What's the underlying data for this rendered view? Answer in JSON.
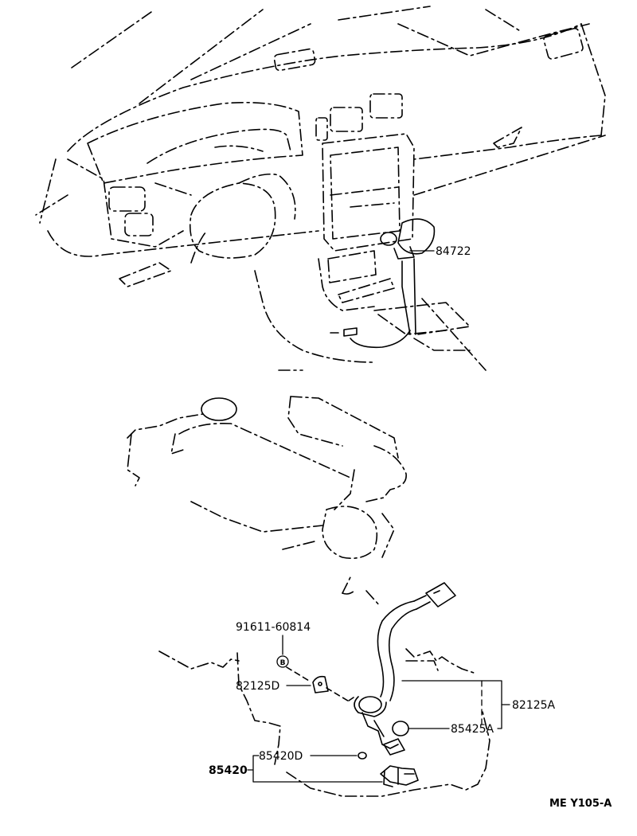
{
  "parts": {
    "p84722": "84722",
    "p91611": "91611-60814",
    "bolt_marker": "B",
    "p82125D": "82125D",
    "p82125A": "82125A",
    "p85425A": "85425A",
    "p85420D": "85420D",
    "p85420": "85420"
  },
  "diagram_code": "ME Y105-A"
}
